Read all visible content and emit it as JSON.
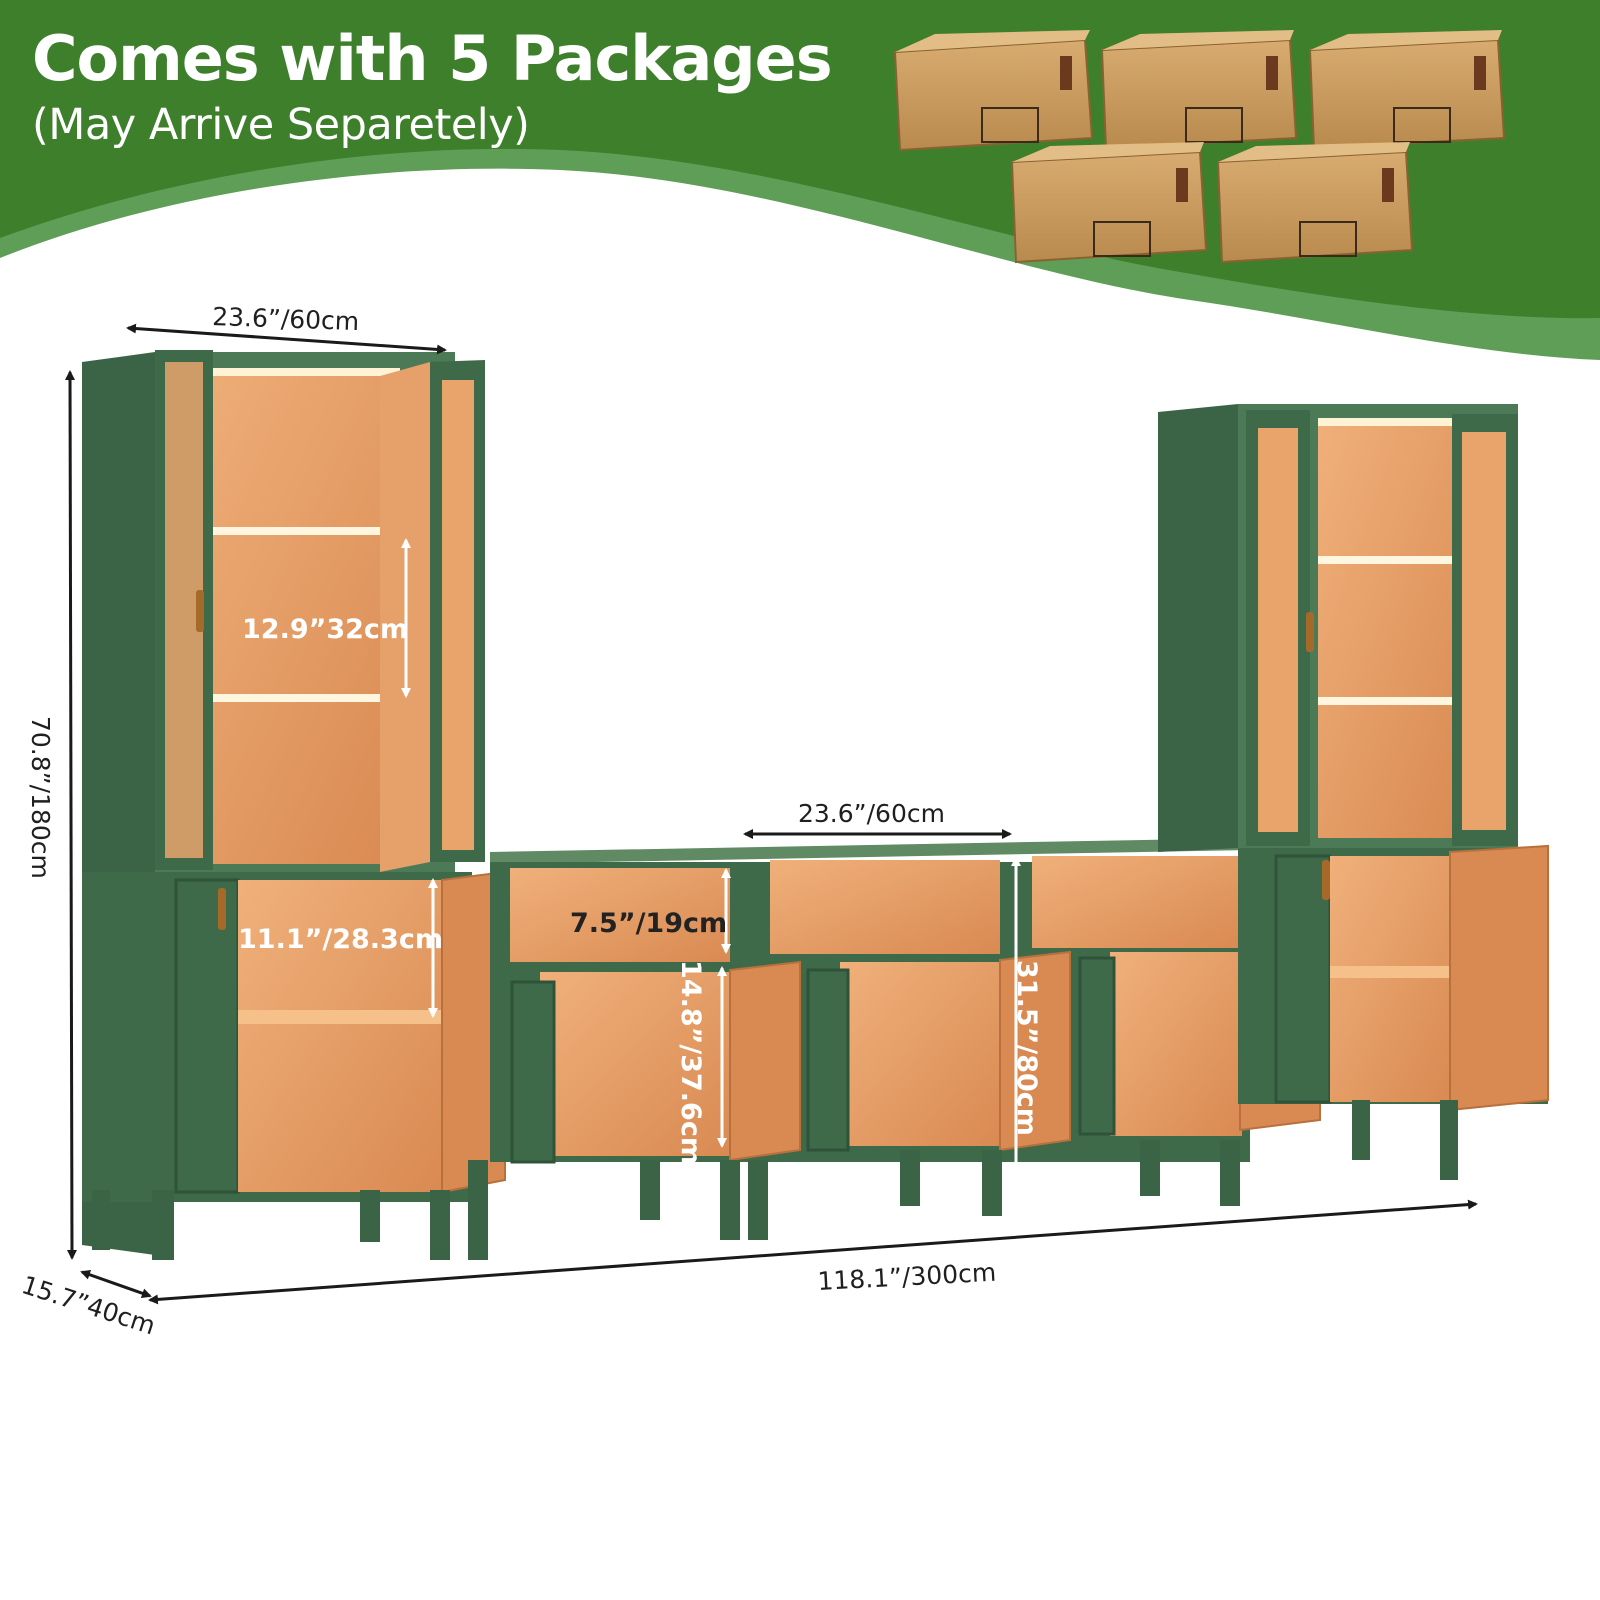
{
  "header": {
    "title": "Comes with 5 Packages",
    "subtitle": "(May Arrive Separetely)",
    "package_count": 5,
    "colors": {
      "banner": "#3e7f2c",
      "banner_light": "#5f9e57",
      "cabinet": "#3e6a4a",
      "interior": "#d98a52",
      "box": "#c99658"
    }
  },
  "dimensions": {
    "top_width": "23.6”/60cm",
    "shelf_height": "12.9”32cm",
    "lower_shelf_height": "11.1”/28.3cm",
    "middle_width": "23.6”/60cm",
    "open_shelf_height": "7.5”/19cm",
    "cabinet_inner_height": "14.8”/37.6cm",
    "cabinet_total_height": "31.5”/80cm",
    "total_height": "70.8”/180cm",
    "depth": "15.7”40cm",
    "total_width": "118.1”/300cm"
  }
}
